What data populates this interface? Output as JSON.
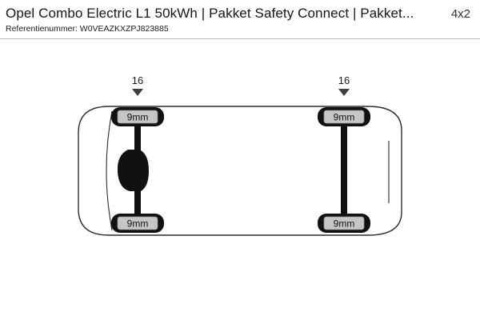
{
  "header": {
    "title": "Opel Combo Electric L1 50kWh | Pakket Safety Connect | Pakket...",
    "drivetrain": "4x2",
    "reference_label": "Referentienummer:",
    "reference_value": "W0VEAZKXZPJ823885"
  },
  "diagram": {
    "front_axle": {
      "wheel_size": "16",
      "tread_top": "9mm",
      "tread_bottom": "9mm"
    },
    "rear_axle": {
      "wheel_size": "16",
      "tread_top": "9mm",
      "tread_bottom": "9mm"
    }
  },
  "colors": {
    "tire_fill": "#111111",
    "tread_label_bg": "#c6c6c6",
    "tread_label_border": "#8f8f8f",
    "body_outline": "#2b2b2b",
    "marker": "#3f3f3f",
    "divider": "#b9b9b9"
  }
}
